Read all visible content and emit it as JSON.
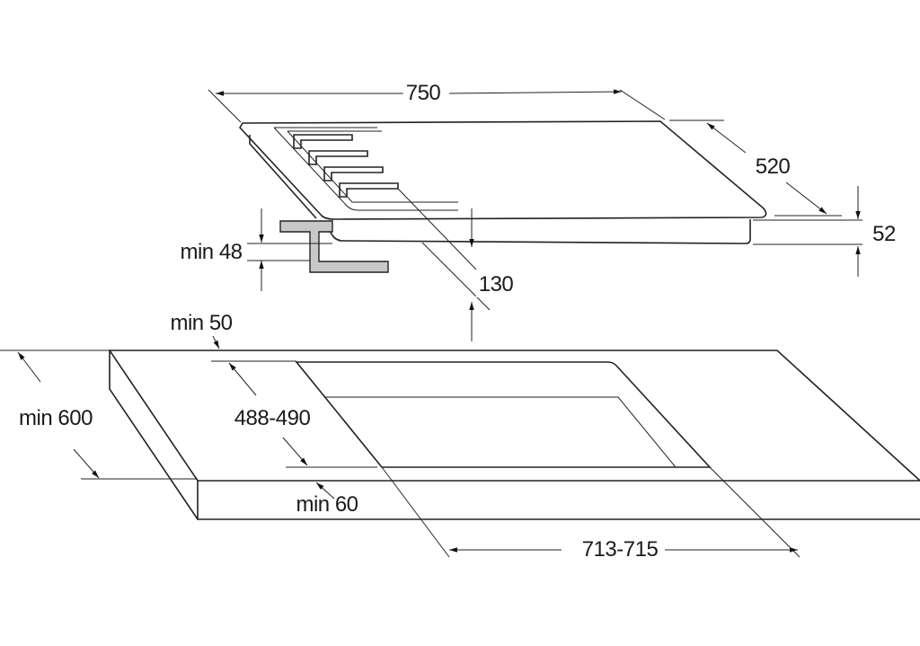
{
  "dimensions": {
    "hob_width": "750",
    "hob_depth": "520",
    "hob_height": "52",
    "bracket_min": "min 48",
    "clearance": "130",
    "back_margin": "min 50",
    "worktop_depth": "min 600",
    "cutout_depth": "488-490",
    "front_margin": "min 60",
    "cutout_width": "713-715"
  },
  "colors": {
    "line": "#222222",
    "bracket": "#c8c8c8"
  }
}
